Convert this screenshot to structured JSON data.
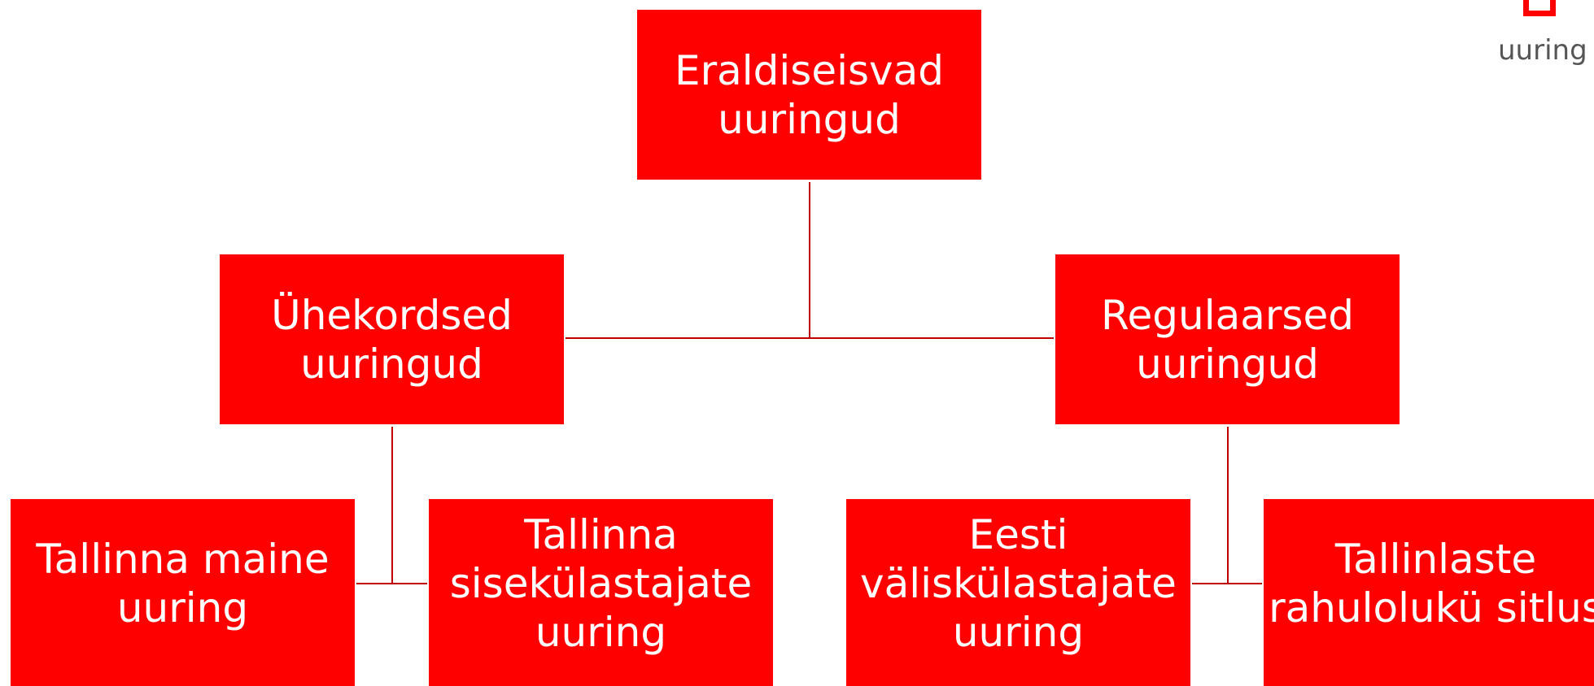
{
  "diagram": {
    "root": {
      "label": "Eraldiseisvad\nuuringud"
    },
    "branches": [
      {
        "label": "Ühekordsed\nuuringud",
        "children": [
          {
            "label": "Tallinna maine\nuuring"
          },
          {
            "label": "Tallinna\nsisekülastajate\nuuring"
          }
        ]
      },
      {
        "label": "Regulaarsed\nuuringud",
        "children": [
          {
            "label": "Eesti\nväliskülastajate\nuuring"
          },
          {
            "label": "Tallinlaste\nrahulolukü sitlus"
          }
        ]
      }
    ]
  },
  "logo": {
    "text": "uuring"
  },
  "colors": {
    "box_fill": "#ff0000",
    "box_text": "#ffffff",
    "connector": "#c00000",
    "logo_text": "#555555"
  }
}
